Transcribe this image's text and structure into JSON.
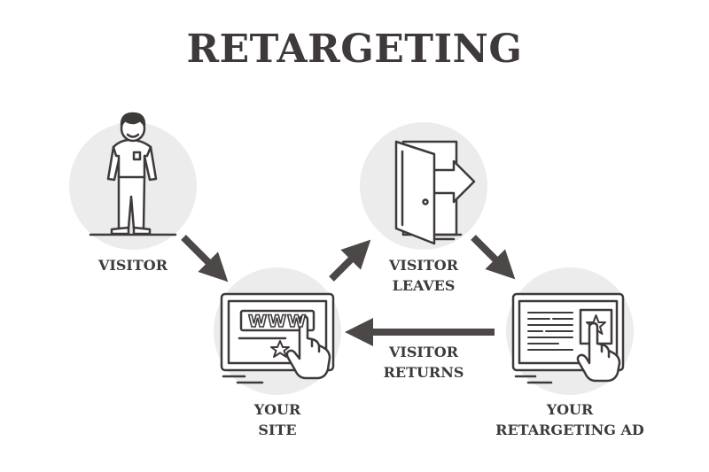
{
  "title": "RETARGETING",
  "labels": {
    "visitor": "VISITOR",
    "visitor_leaves": [
      "VISITOR",
      "LEAVES"
    ],
    "your_site": [
      "YOUR",
      "SITE"
    ],
    "visitor_returns": [
      "VISITOR",
      "RETURNS"
    ],
    "your_ad": [
      "YOUR",
      "RETARGETING AD"
    ]
  },
  "site_text": "WWW",
  "colors": {
    "ink": "#3f3a3a",
    "circle": "#ececec",
    "arrow": "#4d4848"
  }
}
